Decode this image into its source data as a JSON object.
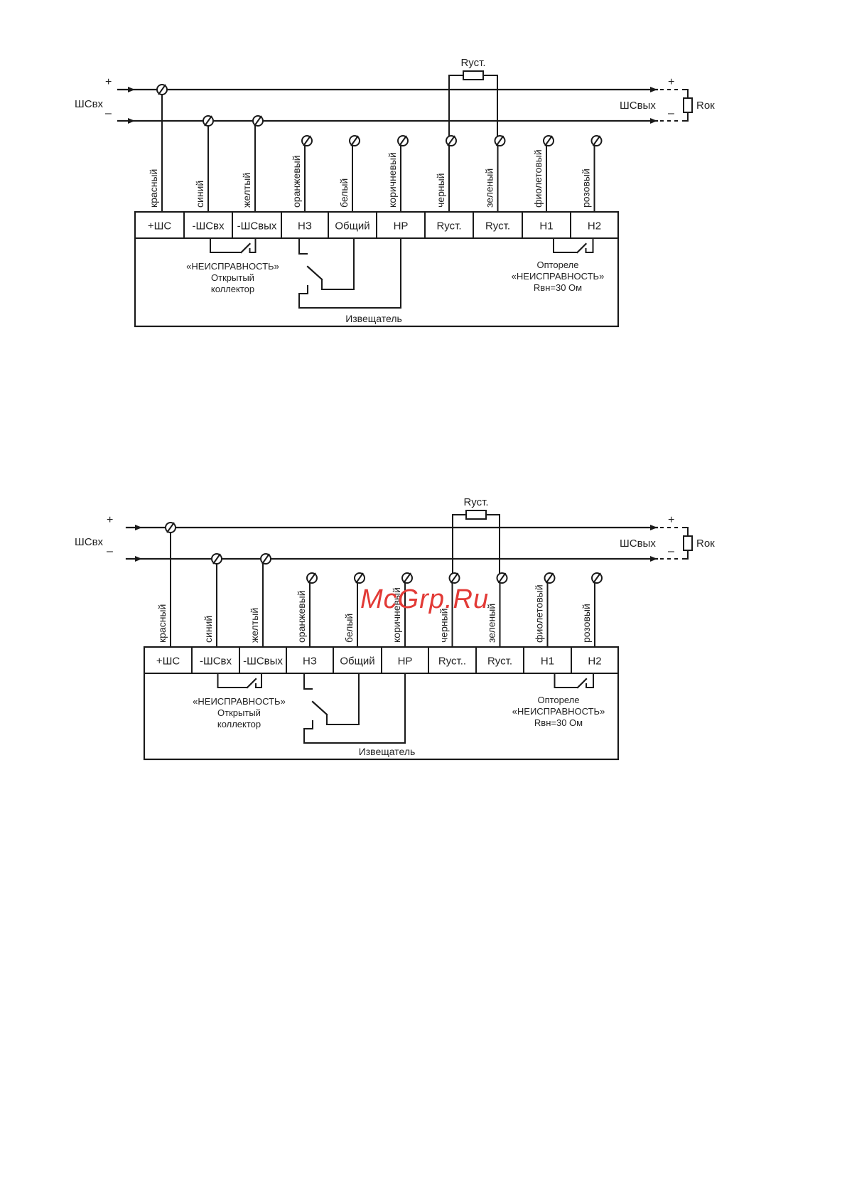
{
  "watermark": "McGrp.Ru",
  "diagrams": [
    {
      "loop_in": "ШСвх",
      "loop_out": "ШСвых",
      "plus": "+",
      "minus": "–",
      "r_end": "Rок",
      "r_set": "Rуст.",
      "terminals": [
        "+ШС",
        "-ШСвх",
        "-ШСвых",
        "НЗ",
        "Общий",
        "НР",
        "Rуст.",
        "Rуст.",
        "Н1",
        "Н2"
      ],
      "wires": [
        "красный",
        "синий",
        "желтый",
        "оранжевый",
        "белый",
        "коричневый",
        "черный",
        "зеленый",
        "фиолетовый",
        "розовый"
      ],
      "fault_label": "«НЕИСПРАВНОСТЬ»",
      "open_collector_1": "Открытый",
      "open_collector_2": "коллектор",
      "optorelay": "Оптореле",
      "optorelay_fault": "«НЕИСПРАВНОСТЬ»",
      "rvn": "Rвн=30 Ом",
      "detector": "Извещатель"
    },
    {
      "loop_in": "ШСвх",
      "loop_out": "ШСвых",
      "plus": "+",
      "minus": "–",
      "r_end": "Rок",
      "r_set": "Rуст.",
      "terminals": [
        "+ШС",
        "-ШСвх",
        "-ШСвых",
        "НЗ",
        "Общий",
        "НР",
        "Rуст..",
        "Rуст.",
        "Н1",
        "Н2"
      ],
      "wires": [
        "красный",
        "синий",
        "желтый",
        "оранжевый",
        "белый",
        "коричневый",
        "черный",
        "зеленый",
        "фиолетовый",
        "розовый"
      ],
      "fault_label": "«НЕИСПРАВНОСТЬ»",
      "open_collector_1": "Открытый",
      "open_collector_2": "коллектор",
      "optorelay": "Оптореле",
      "optorelay_fault": "«НЕИСПРАВНОСТЬ»",
      "rvn": "Rвн=30 Ом",
      "detector": "Извещатель"
    }
  ]
}
